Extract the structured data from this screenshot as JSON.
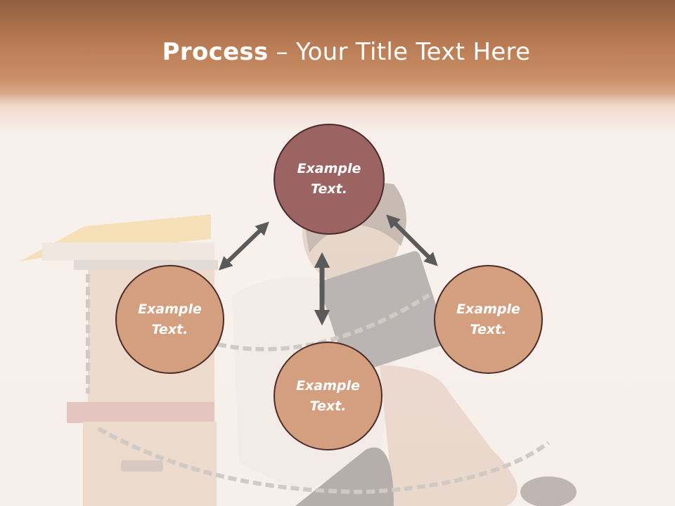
{
  "slide": {
    "title_bold": "Process",
    "title_rest": " – Your Title Text Here"
  },
  "circles": {
    "top": "Example Text.",
    "left": "Example Text.",
    "right": "Example Text.",
    "bottom": "Example Text."
  },
  "colors": {
    "header": "#c48a62",
    "circle_top": "#9c6363",
    "circle_other": "#d39f7f",
    "circle_border": "#4d2a2a",
    "arrow": "#5a5a5a"
  },
  "icons": [
    "double-arrow-icon"
  ]
}
